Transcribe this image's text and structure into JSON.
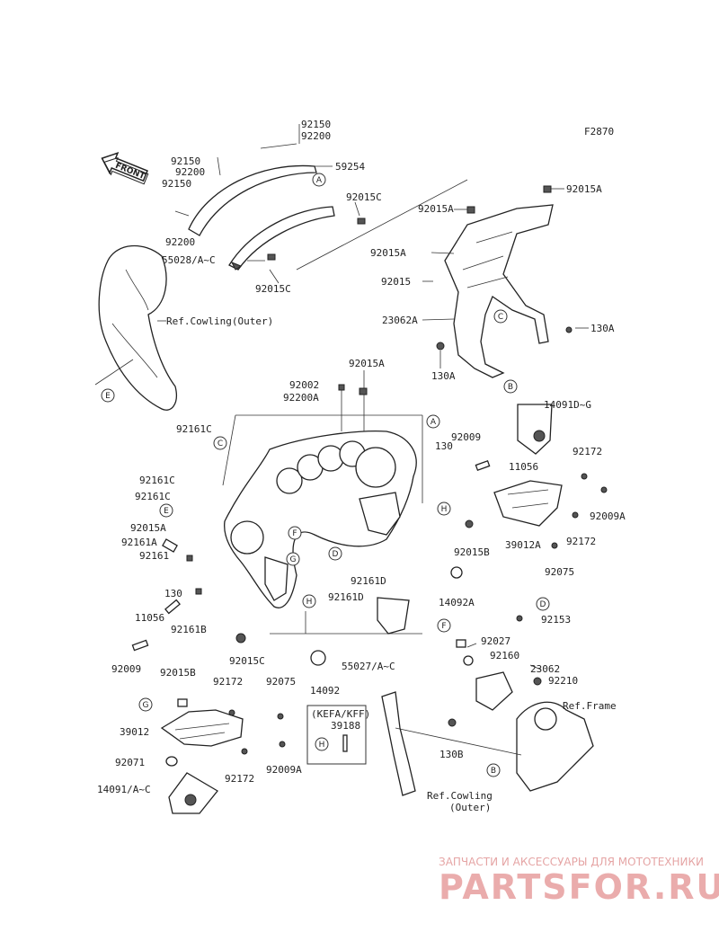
{
  "figure_code": "F2870",
  "front_label": "FRONT",
  "ref_cowling_outer": "Ref.Cowling(Outer)",
  "ref_frame": "Ref.Frame",
  "ref_cowling_outer_2a": "Ref.Cowling",
  "ref_cowling_outer_2b": "(Outer)",
  "kefa_box": {
    "header": "(KEFA/KFF)",
    "part": "39188",
    "circle": "H"
  },
  "watermark": {
    "line1": "ЗАПЧАСТИ И АКСЕССУАРЫ ДЛЯ МОТОТЕХНИКИ",
    "line2": "PARTSFOR.RU"
  },
  "labels": {
    "p92150a": "92150",
    "p92200a": "92200",
    "p92150b": "92150",
    "p92200b": "92200",
    "p92150c": "92150",
    "p92200c": "92200",
    "p59254": "59254",
    "p92015c_a": "92015C",
    "p55028": "55028/A~C",
    "p92015c_b": "92015C",
    "p92015a_a": "92015A",
    "p92015a_b": "92015A",
    "p92015a_c": "92015A",
    "p92015": "92015",
    "p23062a": "23062A",
    "p130a_a": "130A",
    "p130a_b": "130A",
    "p92002": "92002",
    "p92200a2": "92200A",
    "p92015a_d": "92015A",
    "p92161c_a": "92161C",
    "p130_a": "130",
    "p92009_a": "92009",
    "p11056_a": "11056",
    "p14091dg": "14091D~G",
    "p92172_a": "92172",
    "p92161c_b": "92161C",
    "p92161c_c": "92161C",
    "p92009a_a": "92009A",
    "p92015a_e": "92015A",
    "p92161a": "92161A",
    "p92015b_a": "92015B",
    "p39012a": "39012A",
    "p92172_b": "92172",
    "p92161": "92161",
    "p92075_a": "92075",
    "p130_b": "130",
    "p92161d_a": "92161D",
    "p14092a": "14092A",
    "p92161d_b": "92161D",
    "p92161b": "92161B",
    "p11056_b": "11056",
    "p92153": "92153",
    "p92015c_c": "92015C",
    "p92009_b": "92009",
    "p14092": "14092",
    "p55027": "55027/A~C",
    "p92027": "92027",
    "p92160": "92160",
    "p23062": "23062",
    "p92210": "92210",
    "p92015b_b": "92015B",
    "p92172_c": "92172",
    "p92075_b": "92075",
    "p39012": "39012",
    "p130b": "130B",
    "p92071": "92071",
    "p92172_d": "92172",
    "p92009a_b": "92009A",
    "p14091ac": "14091/A~C"
  },
  "circles": {
    "A1": "A",
    "C1": "C",
    "B1": "B",
    "E1": "E",
    "A2": "A",
    "C2": "C",
    "H1": "H",
    "E2": "E",
    "F1": "F",
    "D1": "D",
    "G1": "G",
    "H2": "H",
    "D2": "D",
    "F2": "F",
    "G2": "G",
    "B2": "B"
  }
}
